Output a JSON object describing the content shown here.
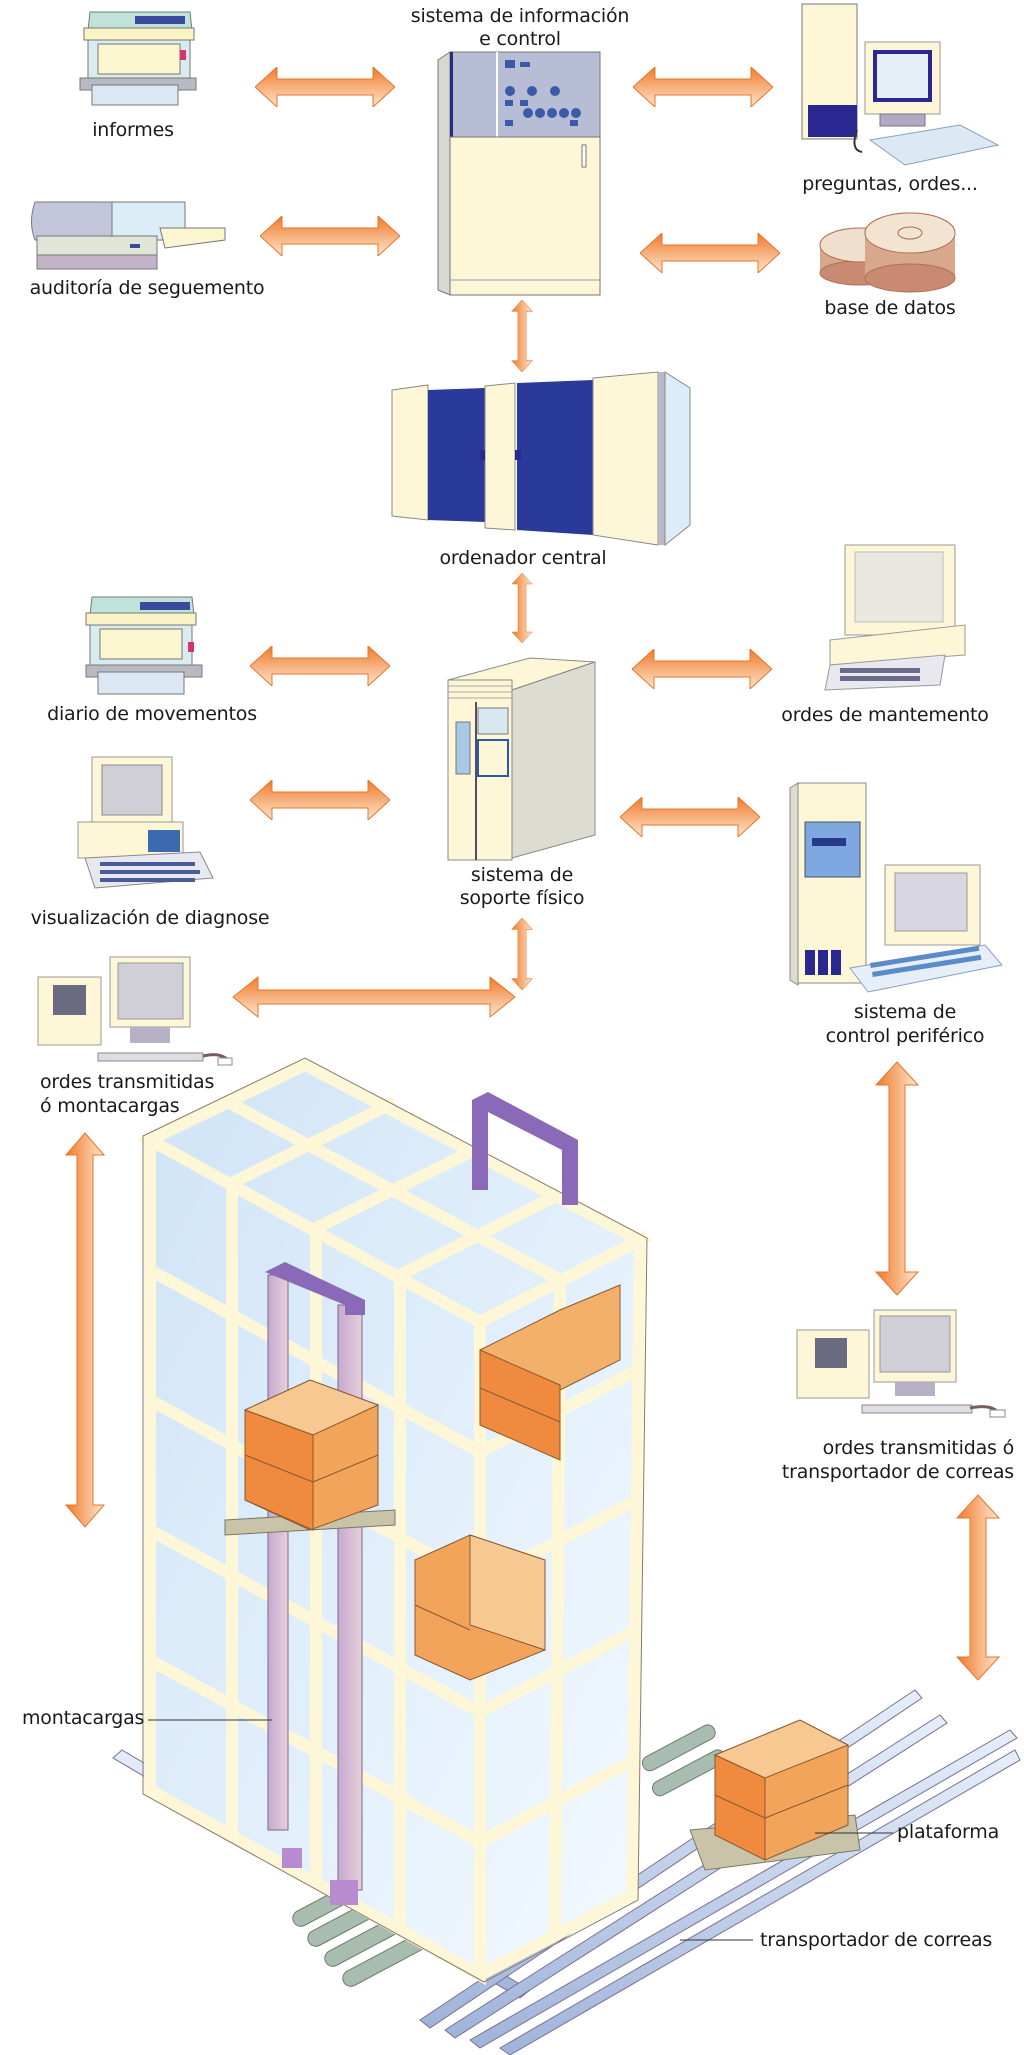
{
  "diagram": {
    "title": "Sistema de almacenamento automatizado",
    "colors": {
      "arrow": "#f08a3c",
      "arrow_light": "#fde0c4",
      "cream": "#fdf7d8",
      "blue_dark": "#2a3a9a",
      "lavender": "#b8bdd6",
      "purple": "#8a6ab8",
      "box_orange": "#f2a55a",
      "rail_blue": "#b9c9e6"
    },
    "nodes": {
      "informes": {
        "label": "informes",
        "icon": "printer-icon"
      },
      "auditoria": {
        "label": "auditoría de seguemento",
        "icon": "scanner-icon"
      },
      "sistema_informacion": {
        "label_line1": "sistema de información",
        "label_line2": "e control",
        "icon": "control-cabinet-icon"
      },
      "preguntas": {
        "label": "preguntas, ordes...",
        "icon": "desktop-computer-icon"
      },
      "base_datos": {
        "label": "base de datos",
        "icon": "disc-stack-icon"
      },
      "ordenador_central": {
        "label": "ordenador central",
        "icon": "mainframe-icon"
      },
      "diario": {
        "label": "diario de movementos",
        "icon": "printer-icon"
      },
      "soporte_fisico": {
        "label_line1": "sistema de",
        "label_line2": "soporte físico",
        "icon": "server-icon"
      },
      "mantemento": {
        "label": "ordes de mantemento",
        "icon": "terminal-icon"
      },
      "visualizacion": {
        "label": "visualización de diagnose",
        "icon": "personal-computer-icon"
      },
      "periferico": {
        "label_line1": "sistema de",
        "label_line2": "control periférico",
        "icon": "tower-computer-icon"
      },
      "ordes_montacargas": {
        "label_line1": "ordes transmitidas",
        "label_line2": "ó montacargas",
        "icon": "workstation-icon"
      },
      "ordes_transportador": {
        "label_line1": "ordes transmitidas ó",
        "label_line2": "transportador de correas",
        "icon": "workstation-icon"
      }
    },
    "callouts": {
      "montacargas": "montacargas",
      "plataforma": "plataforma",
      "transportador": "transportador de correas"
    },
    "connections": [
      {
        "from": "informes",
        "to": "sistema_informacion",
        "type": "bidirectional"
      },
      {
        "from": "auditoria",
        "to": "sistema_informacion",
        "type": "bidirectional"
      },
      {
        "from": "sistema_informacion",
        "to": "preguntas",
        "type": "bidirectional"
      },
      {
        "from": "sistema_informacion",
        "to": "base_datos",
        "type": "bidirectional"
      },
      {
        "from": "sistema_informacion",
        "to": "ordenador_central",
        "type": "bidirectional"
      },
      {
        "from": "ordenador_central",
        "to": "soporte_fisico",
        "type": "bidirectional"
      },
      {
        "from": "diario",
        "to": "soporte_fisico",
        "type": "bidirectional"
      },
      {
        "from": "visualizacion",
        "to": "soporte_fisico",
        "type": "bidirectional"
      },
      {
        "from": "soporte_fisico",
        "to": "mantemento",
        "type": "bidirectional"
      },
      {
        "from": "soporte_fisico",
        "to": "periferico",
        "type": "bidirectional"
      },
      {
        "from": "soporte_fisico",
        "to": "ordes_montacargas",
        "type": "bidirectional"
      },
      {
        "from": "ordes_montacargas",
        "to": "montacargas",
        "type": "bidirectional"
      },
      {
        "from": "periferico",
        "to": "ordes_transportador",
        "type": "bidirectional"
      },
      {
        "from": "ordes_transportador",
        "to": "transportador",
        "type": "bidirectional"
      }
    ]
  }
}
